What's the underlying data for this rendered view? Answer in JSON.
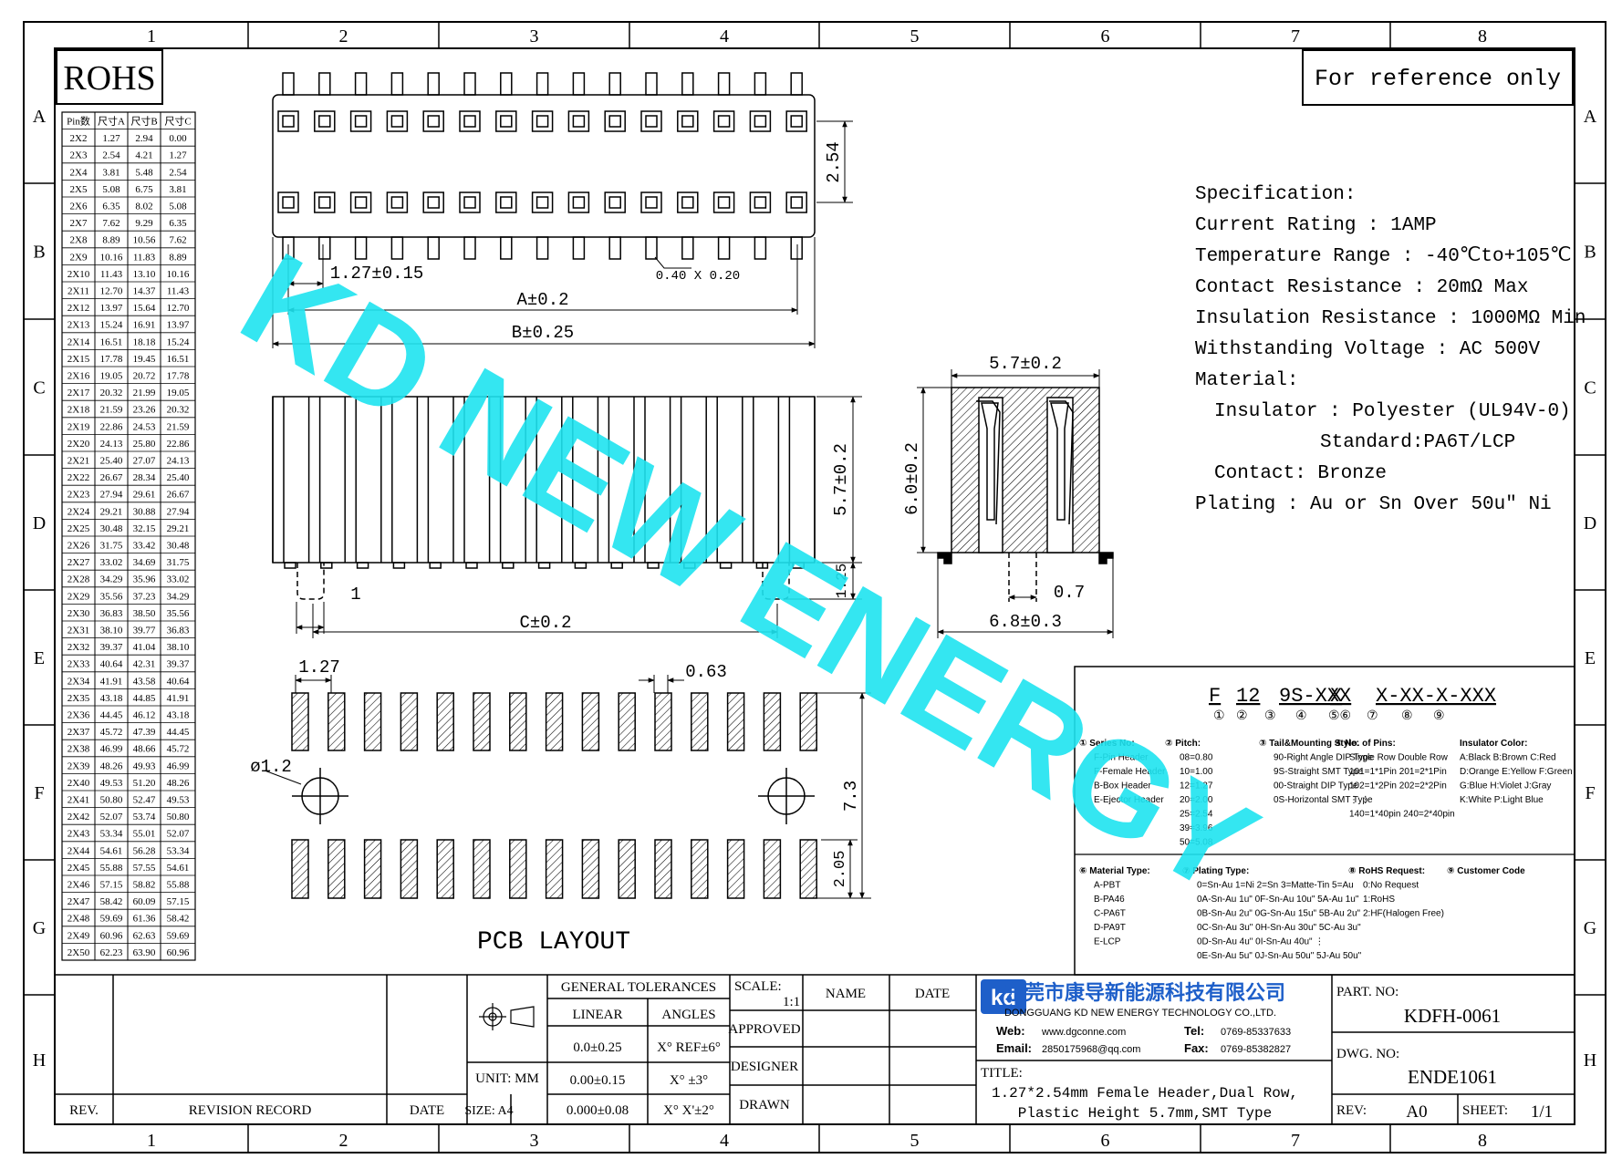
{
  "grid": {
    "columns": [
      "1",
      "2",
      "3",
      "4",
      "5",
      "6",
      "7",
      "8"
    ],
    "rows": [
      "A",
      "B",
      "C",
      "D",
      "E",
      "F",
      "G",
      "H"
    ]
  },
  "badges": {
    "rohs": "ROHS",
    "reference": "For reference only"
  },
  "pin_table": {
    "headers": [
      "Pin数",
      "尺寸A",
      "尺寸B",
      "尺寸C"
    ],
    "rows": [
      [
        "2X2",
        "1.27",
        "2.94",
        "0.00"
      ],
      [
        "2X3",
        "2.54",
        "4.21",
        "1.27"
      ],
      [
        "2X4",
        "3.81",
        "5.48",
        "2.54"
      ],
      [
        "2X5",
        "5.08",
        "6.75",
        "3.81"
      ],
      [
        "2X6",
        "6.35",
        "8.02",
        "5.08"
      ],
      [
        "2X7",
        "7.62",
        "9.29",
        "6.35"
      ],
      [
        "2X8",
        "8.89",
        "10.56",
        "7.62"
      ],
      [
        "2X9",
        "10.16",
        "11.83",
        "8.89"
      ],
      [
        "2X10",
        "11.43",
        "13.10",
        "10.16"
      ],
      [
        "2X11",
        "12.70",
        "14.37",
        "11.43"
      ],
      [
        "2X12",
        "13.97",
        "15.64",
        "12.70"
      ],
      [
        "2X13",
        "15.24",
        "16.91",
        "13.97"
      ],
      [
        "2X14",
        "16.51",
        "18.18",
        "15.24"
      ],
      [
        "2X15",
        "17.78",
        "19.45",
        "16.51"
      ],
      [
        "2X16",
        "19.05",
        "20.72",
        "17.78"
      ],
      [
        "2X17",
        "20.32",
        "21.99",
        "19.05"
      ],
      [
        "2X18",
        "21.59",
        "23.26",
        "20.32"
      ],
      [
        "2X19",
        "22.86",
        "24.53",
        "21.59"
      ],
      [
        "2X20",
        "24.13",
        "25.80",
        "22.86"
      ],
      [
        "2X21",
        "25.40",
        "27.07",
        "24.13"
      ],
      [
        "2X22",
        "26.67",
        "28.34",
        "25.40"
      ],
      [
        "2X23",
        "27.94",
        "29.61",
        "26.67"
      ],
      [
        "2X24",
        "29.21",
        "30.88",
        "27.94"
      ],
      [
        "2X25",
        "30.48",
        "32.15",
        "29.21"
      ],
      [
        "2X26",
        "31.75",
        "33.42",
        "30.48"
      ],
      [
        "2X27",
        "33.02",
        "34.69",
        "31.75"
      ],
      [
        "2X28",
        "34.29",
        "35.96",
        "33.02"
      ],
      [
        "2X29",
        "35.56",
        "37.23",
        "34.29"
      ],
      [
        "2X30",
        "36.83",
        "38.50",
        "35.56"
      ],
      [
        "2X31",
        "38.10",
        "39.77",
        "36.83"
      ],
      [
        "2X32",
        "39.37",
        "41.04",
        "38.10"
      ],
      [
        "2X33",
        "40.64",
        "42.31",
        "39.37"
      ],
      [
        "2X34",
        "41.91",
        "43.58",
        "40.64"
      ],
      [
        "2X35",
        "43.18",
        "44.85",
        "41.91"
      ],
      [
        "2X36",
        "44.45",
        "46.12",
        "43.18"
      ],
      [
        "2X37",
        "45.72",
        "47.39",
        "44.45"
      ],
      [
        "2X38",
        "46.99",
        "48.66",
        "45.72"
      ],
      [
        "2X39",
        "48.26",
        "49.93",
        "46.99"
      ],
      [
        "2X40",
        "49.53",
        "51.20",
        "48.26"
      ],
      [
        "2X41",
        "50.80",
        "52.47",
        "49.53"
      ],
      [
        "2X42",
        "52.07",
        "53.74",
        "50.80"
      ],
      [
        "2X43",
        "53.34",
        "55.01",
        "52.07"
      ],
      [
        "2X44",
        "54.61",
        "56.28",
        "53.34"
      ],
      [
        "2X45",
        "55.88",
        "57.55",
        "54.61"
      ],
      [
        "2X46",
        "57.15",
        "58.82",
        "55.88"
      ],
      [
        "2X47",
        "58.42",
        "60.09",
        "57.15"
      ],
      [
        "2X48",
        "59.69",
        "61.36",
        "58.42"
      ],
      [
        "2X49",
        "60.96",
        "62.63",
        "59.69"
      ],
      [
        "2X50",
        "62.23",
        "63.90",
        "60.96"
      ]
    ]
  },
  "dimensions": {
    "row_pitch": "2.54",
    "pitch": "1.27±0.15",
    "pin_size": "0.40 X 0.20",
    "dim_a": "A±0.2",
    "dim_b": "B±0.25",
    "body_height": "5.7±0.2",
    "tail": "1.25",
    "peg": "1",
    "dim_c": "C±0.2",
    "side_width": "5.7±0.2",
    "side_height": "6.0±0.2",
    "side_foot": "0.7",
    "side_span": "6.8±0.3",
    "pcb_pitch": "1.27",
    "pcb_pad": "0.63",
    "pcb_hole": "ø1.2",
    "pcb_span": "7.3",
    "pcb_pad_len": "2.05",
    "pcb_title": "PCB LAYOUT"
  },
  "specification": [
    {
      "text": "Specification:",
      "indent": 0
    },
    {
      "text": "Current Rating : 1AMP",
      "indent": 0
    },
    {
      "text": "Temperature Range : -40℃to+105℃",
      "indent": 0
    },
    {
      "text": "Contact Resistance : 20mΩ Max",
      "indent": 0
    },
    {
      "text": "Insulation Resistance : 1000MΩ Min",
      "indent": 0
    },
    {
      "text": "Withstanding Voltage : AC 500V",
      "indent": 0
    },
    {
      "text": "Material:",
      "indent": 0
    },
    {
      "text": "Insulator : Polyester (UL94V-0)",
      "indent": 1
    },
    {
      "text": "Standard:PA6T/LCP",
      "indent": 2
    },
    {
      "text": "Contact: Bronze",
      "indent": 1
    },
    {
      "text": "Plating : Au or Sn Over 50u\" Ni",
      "indent": 0
    }
  ],
  "watermark": "KD NEW ENERGY",
  "part_code": {
    "segments": [
      "F",
      "12",
      "9S-XXX",
      "X",
      "X-XX-X-XXX"
    ],
    "circled": [
      "①",
      "②",
      "③",
      "④",
      "⑤⑥",
      "⑦",
      "⑧",
      "⑨"
    ]
  },
  "legend_top": [
    [
      "① Series No:",
      "F-Pin Header",
      "F-Female Header",
      "B-Box Header",
      "E-Ejector Header"
    ],
    [
      "② Pitch:",
      "08=0.80",
      "10=1.00",
      "12=1.27",
      "20=2.00",
      "25=2.54",
      "39=3.96",
      "50=5.08"
    ],
    [
      "③ Tail&Mounting Style:",
      "90-Right Angle DIP Type",
      "9S-Straight SMT Type",
      "00-Straight DIP Type",
      "0S-Horizontal SMT Type"
    ],
    [
      "④ No. of Pins:",
      "Single Row   Double Row",
      "101=1*1Pin   201=2*1Pin",
      "102=1*2Pin   202=2*2Pin",
      "  ⋮            ⋮",
      "140=1*40pin  240=2*40pin"
    ],
    [
      "Insulator Color:",
      "A:Black  B:Brown  C:Red",
      "D:Orange E:Yellow F:Green",
      "G:Blue   H:Violet J:Gray",
      "K:White  P:Light Blue"
    ]
  ],
  "legend_bottom": [
    [
      "⑥ Material Type:",
      "A-PBT",
      "B-PA46",
      "C-PA6T",
      "D-PA9T",
      "E-LCP"
    ],
    [
      "⑦ Plating Type:",
      "0=Sn-Au 1=Ni 2=Sn 3=Matte-Tin 5=Au",
      "0A-Sn-Au 1u\" 0F-Sn-Au 10u\"  5A-Au 1u\"",
      "0B-Sn-Au 2u\" 0G-Sn-Au 15u\"  5B-Au 2u\"",
      "0C-Sn-Au 3u\" 0H-Sn-Au 30u\"  5C-Au 3u\"",
      "0D-Sn-Au 4u\" 0I-Sn-Au 40u\"     ⋮",
      "0E-Sn-Au 5u\" 0J-Sn-Au 50u\"  5J-Au 50u\""
    ],
    [
      "⑧ RoHS Request:",
      "0:No Request",
      "1:RoHS",
      "2:HF(Halogen Free)"
    ],
    [
      "⑨ Customer Code",
      ""
    ]
  ],
  "title_block": {
    "rev": "REV.",
    "revision_record": "REVISION RECORD",
    "date": "DATE",
    "general_tolerances": "GENERAL TOLERANCES",
    "linear": "LINEAR",
    "angles": "ANGLES",
    "unit_label": "UNIT: MM",
    "size_label": "SIZE: A4",
    "tol_linear": [
      "0.0±0.25",
      "0.00±0.15",
      "0.000±0.08"
    ],
    "tol_angles": [
      "X° REF±6°",
      "X° ±3°",
      "X° X'±2°"
    ],
    "scale_label": "SCALE:",
    "scale_value": "1:1",
    "name": "NAME",
    "date2": "DATE",
    "approved": "APPROVED",
    "designer": "DESIGNER",
    "drawn": "DRAWN",
    "company_cn": "东莞市康导新能源科技有限公司",
    "company_en": "DONGGUANG KD NEW ENERGY TECHNOLOGY CO.,LTD.",
    "web_label": "Web:",
    "web": "www.dgconne.com",
    "tel_label": "Tel:",
    "tel": "0769-85337633",
    "email_label": "Email:",
    "email": "2850175968@qq.com",
    "fax_label": "Fax:",
    "fax": "0769-85382827",
    "title_label": "TITLE:",
    "title_line1": "1.27*2.54mm Female Header,Dual Row,",
    "title_line2": "Plastic Height 5.7mm,SMT Type",
    "part_no_label": "PART. NO:",
    "part_no": "KDFH-0061",
    "dwg_no_label": "DWG. NO:",
    "dwg_no": "ENDE1061",
    "rev_label": "REV:",
    "rev_value": "A0",
    "sheet_label": "SHEET:",
    "sheet_value": "1/1"
  },
  "colors": {
    "line": "#000000",
    "watermark": "#1ee3f0",
    "logo": "#1e5fc9"
  }
}
